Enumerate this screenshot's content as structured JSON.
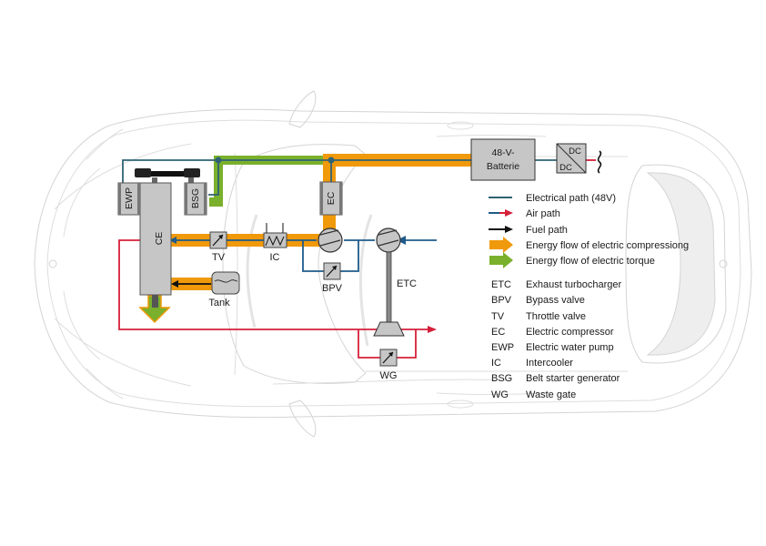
{
  "diagram": {
    "subject": "48V mild-hybrid powertrain with electric compressor, top view of car",
    "colors": {
      "electrical": "#2f6373",
      "air_fresh": "#1f5b8a",
      "air_exhaust": "#d5203a",
      "fuel": "#111111",
      "energy_compression": "#f0990a",
      "energy_torque": "#7ab02c",
      "component_fill": "#c6c6c6",
      "car_outline": "#d4d4d4"
    },
    "components": {
      "ce": "CE",
      "ewp": "EWP",
      "bsg": "BSG",
      "ec": "EC",
      "tv": "TV",
      "ic": "IC",
      "bpv": "BPV",
      "etc": "ETC",
      "wg": "WG",
      "tank": "Tank",
      "battery_line1": "48-V-",
      "battery_line2": "Batterie",
      "dcdc_top": "DC",
      "dcdc_bottom": "DC"
    },
    "legend": {
      "lines": [
        {
          "key": "electrical",
          "label": "Electrical path (48V)"
        },
        {
          "key": "air",
          "label": "Air path"
        },
        {
          "key": "fuel",
          "label": "Fuel path"
        },
        {
          "key": "energy_compression",
          "label": "Energy flow of electric compressiong"
        },
        {
          "key": "energy_torque",
          "label": "Energy flow of electric torque"
        }
      ],
      "abbreviations": [
        {
          "abbr": "ETC",
          "meaning": "Exhaust turbocharger"
        },
        {
          "abbr": "BPV",
          "meaning": "Bypass valve"
        },
        {
          "abbr": "TV",
          "meaning": "Throttle valve"
        },
        {
          "abbr": "EC",
          "meaning": "Electric compressor"
        },
        {
          "abbr": "EWP",
          "meaning": "Electric water pump"
        },
        {
          "abbr": "IC",
          "meaning": "Intercooler"
        },
        {
          "abbr": "BSG",
          "meaning": "Belt starter generator"
        },
        {
          "abbr": "WG",
          "meaning": "Waste gate"
        }
      ]
    }
  }
}
